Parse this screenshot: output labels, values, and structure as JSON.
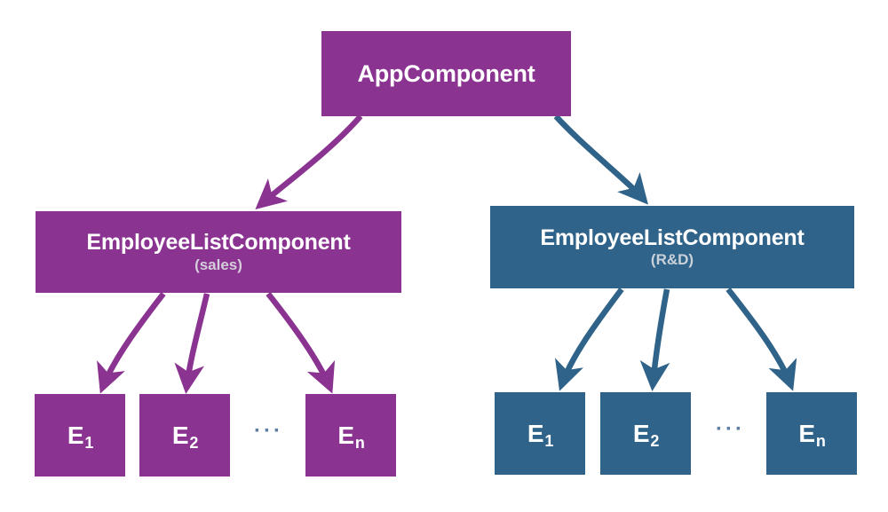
{
  "diagram": {
    "title": "Angular component tree with two EmployeeListComponent instances",
    "type": "component-hierarchy-tree",
    "colors": {
      "purple_branch": "#8a3391",
      "blue_branch": "#306389",
      "node_text": "#ffffff",
      "subtitle_purple": "#d5cedb",
      "subtitle_blue": "#c9d1da",
      "ellipsis": "#5d7fa4",
      "background": "#ffffff"
    },
    "root": {
      "label": "AppComponent"
    },
    "branches": [
      {
        "id": "sales",
        "color": "#8a3391",
        "list_node": {
          "title": "EmployeeListComponent",
          "subtitle": "(sales)"
        },
        "leaves": [
          {
            "base": "E",
            "index": "1"
          },
          {
            "base": "E",
            "index": "2"
          },
          {
            "base": "E",
            "index": "n"
          }
        ],
        "ellipsis": "···"
      },
      {
        "id": "rnd",
        "color": "#306389",
        "list_node": {
          "title": "EmployeeListComponent",
          "subtitle": "(R&D)"
        },
        "leaves": [
          {
            "base": "E",
            "index": "1"
          },
          {
            "base": "E",
            "index": "2"
          },
          {
            "base": "E",
            "index": "n"
          }
        ],
        "ellipsis": "···"
      }
    ],
    "edges": [
      {
        "from": "AppComponent",
        "to": "EmployeeListComponent (sales)",
        "color": "#8a3391"
      },
      {
        "from": "AppComponent",
        "to": "EmployeeListComponent (R&D)",
        "color": "#306389"
      },
      {
        "from": "EmployeeListComponent (sales)",
        "to": "E1",
        "color": "#8a3391"
      },
      {
        "from": "EmployeeListComponent (sales)",
        "to": "E2",
        "color": "#8a3391"
      },
      {
        "from": "EmployeeListComponent (sales)",
        "to": "En",
        "color": "#8a3391"
      },
      {
        "from": "EmployeeListComponent (R&D)",
        "to": "E1",
        "color": "#306389"
      },
      {
        "from": "EmployeeListComponent (R&D)",
        "to": "E2",
        "color": "#306389"
      },
      {
        "from": "EmployeeListComponent (R&D)",
        "to": "En",
        "color": "#306389"
      }
    ]
  }
}
